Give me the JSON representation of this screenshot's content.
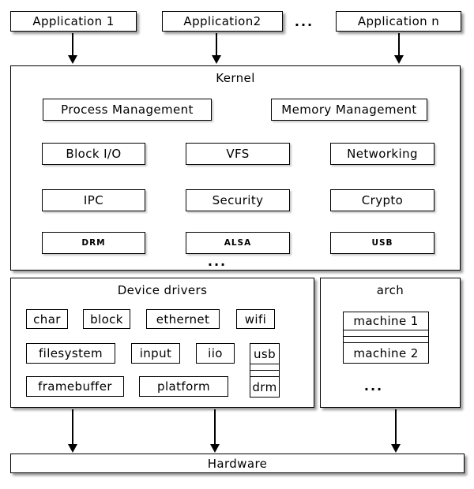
{
  "colors": {
    "background": "#ffffff",
    "box_fill": "#ffffff",
    "border": "#000000",
    "text": "#000000"
  },
  "applications": {
    "items": [
      "Application 1",
      "Application2",
      "Application n"
    ],
    "ellipsis": "..."
  },
  "kernel": {
    "title": "Kernel",
    "row1": [
      "Process Management",
      "Memory Management"
    ],
    "row2": [
      "Block I/O",
      "VFS",
      "Networking"
    ],
    "row3": [
      "IPC",
      "Security",
      "Crypto"
    ],
    "row4": [
      "DRM",
      "ALSA",
      "USB"
    ],
    "ellipsis": "..."
  },
  "device_drivers": {
    "title": "Device drivers",
    "row1": [
      "char",
      "block",
      "ethernet",
      "wifi"
    ],
    "row2": [
      "filesystem",
      "input",
      "iio"
    ],
    "row3": [
      "framebuffer",
      "platform"
    ],
    "usb_drm_stack": [
      "usb",
      "drm"
    ]
  },
  "arch": {
    "title": "arch",
    "machines": [
      "machine 1",
      "machine 2"
    ],
    "ellipsis": "..."
  },
  "hardware": {
    "title": "Hardware"
  }
}
